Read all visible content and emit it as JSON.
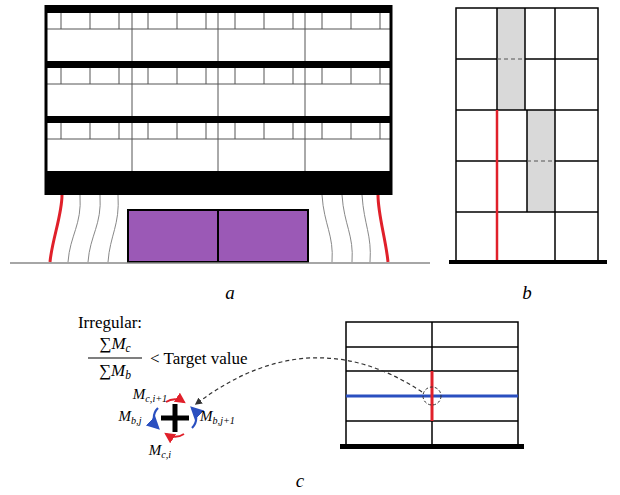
{
  "diagram": {
    "labels": [
      "a",
      "b",
      "Irregular:",
      "∑Mc",
      "∑Mb",
      "< Target value",
      "Mc,i+1",
      "Mb,j",
      "Mb,j+1",
      "Mc,i",
      "c"
    ]
  }
}
